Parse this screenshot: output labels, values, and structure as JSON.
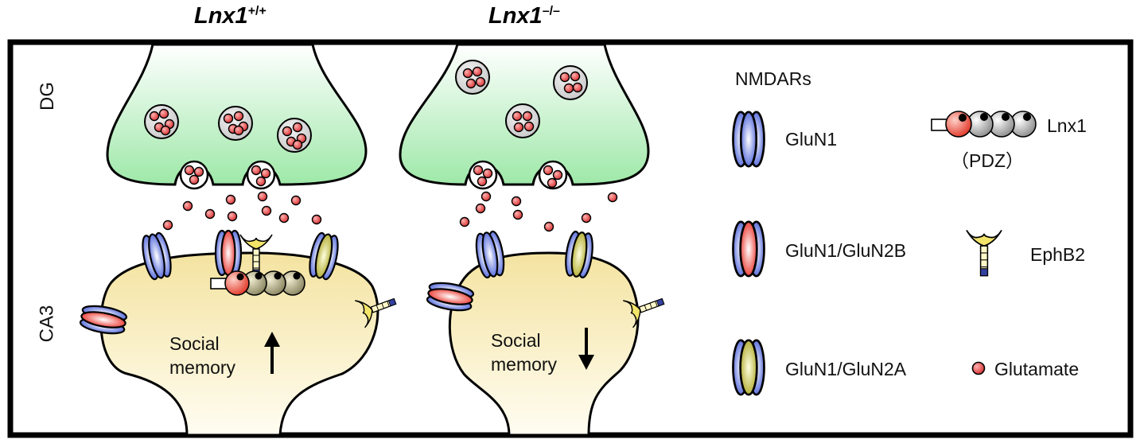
{
  "titles": {
    "wildtype": {
      "gene": "Lnx1",
      "genotype": "+/+"
    },
    "knockout": {
      "gene": "Lnx1",
      "genotype": "–/–"
    }
  },
  "regions": {
    "top": "DG",
    "bottom": "CA3"
  },
  "panels": {
    "wildtype": {
      "behavior_line1": "Social",
      "behavior_line2": "memory",
      "arrow": "up"
    },
    "knockout": {
      "behavior_line1": "Social",
      "behavior_line2": "memory",
      "arrow": "down"
    }
  },
  "legend": {
    "header": "NMDARs",
    "gluN1": "GluN1",
    "gluN1_2b": "GluN1/GluN2B",
    "gluN1_2a": "GluN1/GluN2A",
    "lnx1": "Lnx1",
    "pdz": "（PDZ）",
    "ephb2": "EphB2",
    "glutamate": "Glutamate"
  },
  "colors": {
    "presynaptic": "#a6ebb0",
    "postsynaptic": "#f8ebb4",
    "gluN1": "#5b6fe0",
    "gluN2B": "#e8352c",
    "gluN2A": "#b8b42a",
    "ephb2": "#f3e56a",
    "glutamate": "#e25555"
  }
}
